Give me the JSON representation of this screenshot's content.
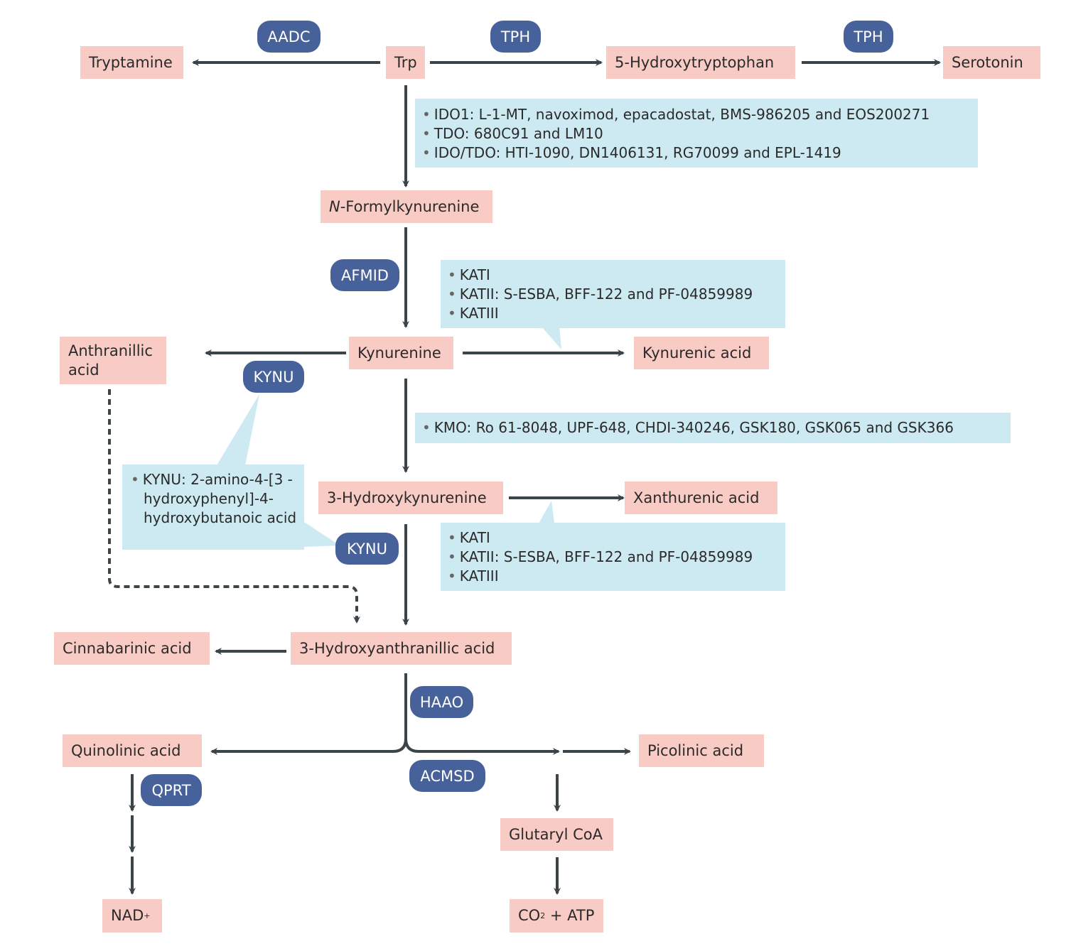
{
  "title": "Kynurenine pathway of tryptophan metabolism with inhibitors",
  "colors": {
    "metabolite_bg": "#f9cbc5",
    "enzyme_bg": "#47629a",
    "inhibitor_bg": "#cde9f1",
    "arrow": "#3b4448"
  },
  "metabolites": {
    "tryptamine": "Tryptamine",
    "trp": "Trp",
    "hydroxytryptophan": "5-Hydroxytryptophan",
    "serotonin": "Serotonin",
    "n_formyl_prefix": "N",
    "n_formyl_rest": "-Formylkynurenine",
    "kynurenine": "Kynurenine",
    "kynurenic_acid": "Kynurenic acid",
    "anthranilic_acid": "Anthranillic acid",
    "hydroxykynurenine": "3-Hydroxykynurenine",
    "xanthurenic_acid": "Xanthurenic acid",
    "hydroxyanthranilic_acid": "3-Hydroxyanthranillic acid",
    "cinnabarinic_acid": "Cinnabarinic acid",
    "quinolinic_acid": "Quinolinic acid",
    "picolinic_acid": "Picolinic acid",
    "glutaryl_coa": "Glutaryl CoA",
    "nad_base": "NAD",
    "nad_sup": "+",
    "co2_base": "CO",
    "co2_sub": "2",
    "co2_rest": " + ATP"
  },
  "enzymes": {
    "aadc": "AADC",
    "tph1": "TPH",
    "tph2": "TPH",
    "afmid": "AFMID",
    "kynu1": "KYNU",
    "kynu2": "KYNU",
    "haao": "HAAO",
    "acmsd": "ACMSD",
    "qprt": "QPRT"
  },
  "inhibitors": {
    "ido_tdo": [
      "IDO1: L-1-MT, navoximod, epacadostat, BMS-986205 and EOS200271",
      "TDO: 680C91 and LM10",
      "IDO/TDO: HTI-1090, DN1406131, RG70099 and EPL-1419"
    ],
    "kat_upper": [
      "KATI",
      "KATII: S-ESBA, BFF-122 and PF-04859989",
      "KATIII"
    ],
    "kmo": [
      "KMO: Ro 61-8048, UPF-648, CHDI-340246, GSK180, GSK065 and GSK366"
    ],
    "kynu": [
      "KYNU: 2-amino-4-[3 -hydroxyphenyl]-4-hydroxybutanoic acid"
    ],
    "kat_lower": [
      "KATI",
      "KATII: S-ESBA, BFF-122 and PF-04859989",
      "KATIII"
    ]
  }
}
